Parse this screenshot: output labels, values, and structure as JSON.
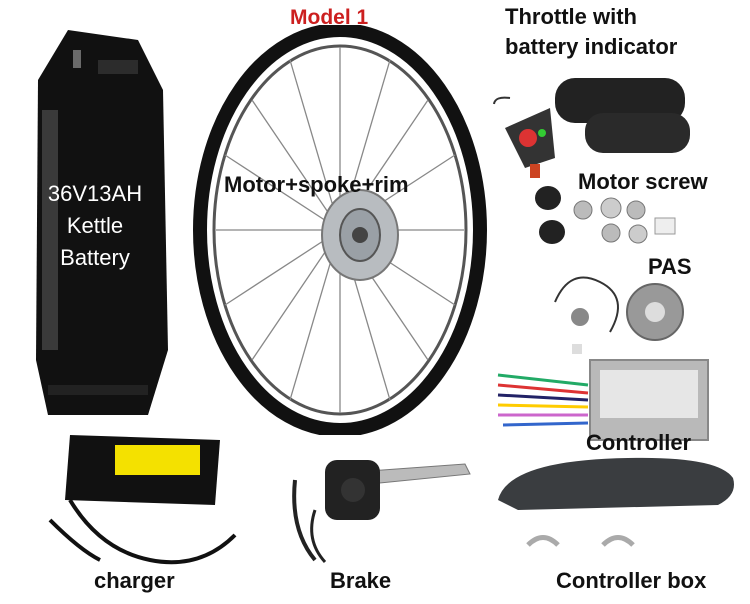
{
  "labels": {
    "model": "Model 1",
    "throttle_line1": "Throttle with",
    "throttle_line2": "battery indicator",
    "motor_screw": "Motor screw",
    "pas": "PAS",
    "controller": "Controller",
    "charger": "charger",
    "brake": "Brake",
    "controller_box": "Controller box",
    "motor_spoke_rim": "Motor+spoke+rim",
    "battery_line1": "36V13AH",
    "battery_line2": "Kettle",
    "battery_line3": "Battery"
  },
  "colors": {
    "model_label": "#cc1f1f",
    "label_text": "#111111",
    "battery_body": "#111111",
    "charger_label": "#f4e100"
  }
}
